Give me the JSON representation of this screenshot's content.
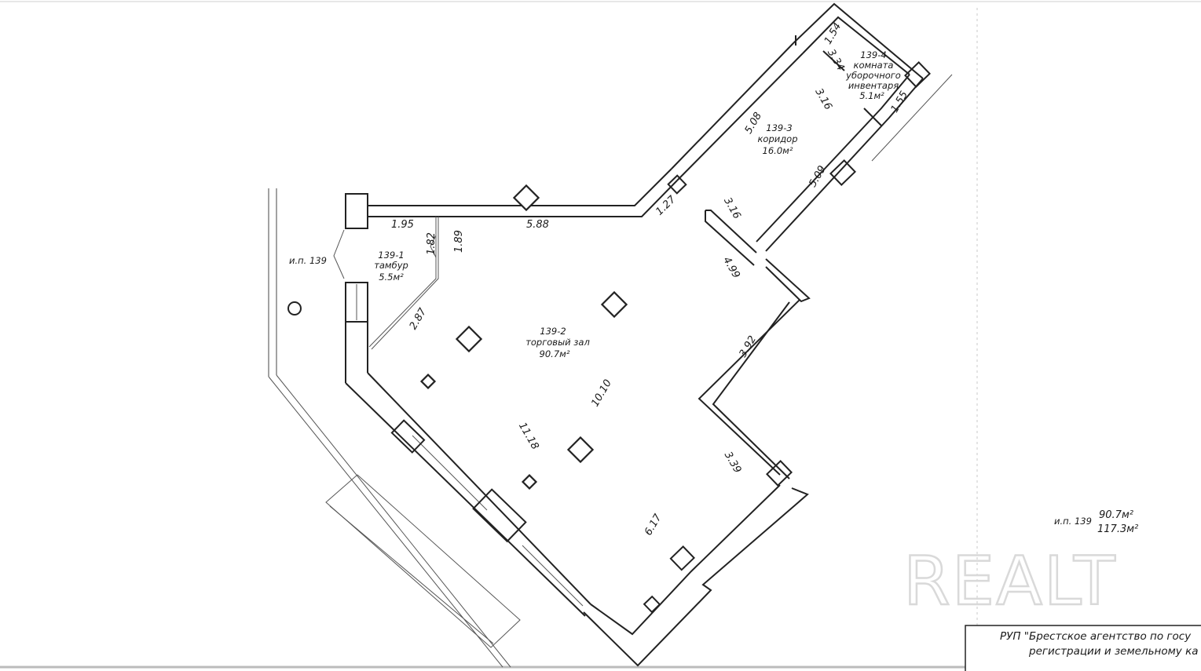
{
  "rooms": [
    {
      "id": "139-1",
      "name": "тамбур",
      "area": "5.5м²"
    },
    {
      "id": "139-2",
      "name": "торговый зал",
      "area": "90.7м²"
    },
    {
      "id": "139-3",
      "name": "коридор",
      "area": "16.0м²"
    },
    {
      "id": "139-4",
      "name_line1": "комната",
      "name_line2": "уборочного",
      "name_line3": "инвентаря",
      "area": "5.1м²"
    }
  ],
  "dimensions": {
    "d_1_95": "1.95",
    "d_5_88": "5.88",
    "d_1_27": "1.27",
    "d_1_82": "1.82",
    "d_1_89": "1.89",
    "d_2_87": "2.87",
    "d_5_08": "5.08",
    "d_3_16_a": "3.16",
    "d_3_16_b": "3.16",
    "d_5_09": "5.09",
    "d_1_54": "1.54",
    "d_3_34": "3.34",
    "d_1_55": "1.55",
    "d_4_99": "4.99",
    "d_3_92": "3.92",
    "d_10_10": "10.10",
    "d_11_18": "11.18",
    "d_3_39": "3.39",
    "d_6_17": "6.17"
  },
  "unit_label": "и.п. 139",
  "summary": {
    "label": "и.п. 139",
    "area_main": "90.7м²",
    "area_total": "117.3м²"
  },
  "stamp": {
    "line1": "РУП \"Брестское агентство по госу",
    "line2": "регистрации и земельному ка"
  },
  "watermark": "REALT"
}
